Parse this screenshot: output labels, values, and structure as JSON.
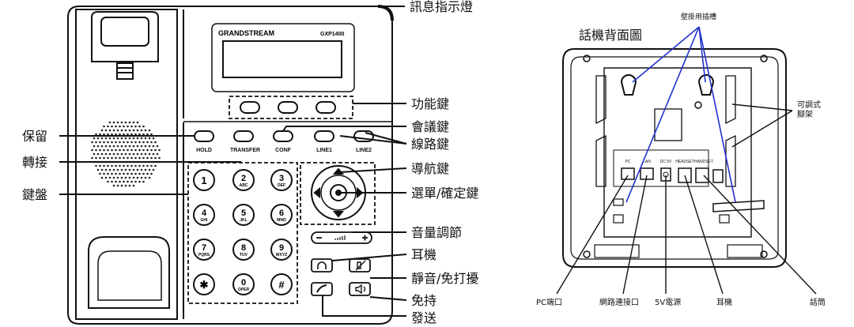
{
  "front": {
    "brand": "GRANDSTREAM",
    "model": "GXP1400",
    "keys": {
      "hold": "HOLD",
      "transfer": "TRANSFER",
      "conf": "CONF",
      "line1": "LINE1",
      "line2": "LINE2"
    },
    "dialpad": [
      {
        "d": "1",
        "s": ""
      },
      {
        "d": "2",
        "s": "ABC"
      },
      {
        "d": "3",
        "s": "DEF"
      },
      {
        "d": "4",
        "s": "GHI"
      },
      {
        "d": "5",
        "s": "JKL"
      },
      {
        "d": "6",
        "s": "MNO"
      },
      {
        "d": "7",
        "s": "PQRS"
      },
      {
        "d": "8",
        "s": "TUV"
      },
      {
        "d": "9",
        "s": "WXYZ"
      },
      {
        "d": "✱",
        "s": ""
      },
      {
        "d": "0",
        "s": "OPER"
      },
      {
        "d": "#",
        "s": ""
      }
    ],
    "labels": {
      "msg_indicator": "訊息指示燈",
      "soft_keys": "功能鍵",
      "hold": "保留",
      "transfer": "轉接",
      "conference": "會議鍵",
      "line_keys": "線路鍵",
      "keypad": "鍵盤",
      "navigation": "導航鍵",
      "menu_ok": "選單/確定鍵",
      "volume": "音量調節",
      "headset": "耳機",
      "mute_speaker": "靜音/免打擾",
      "speaker": "免持",
      "send": "發送"
    }
  },
  "back": {
    "title": "話機背面圖",
    "ports": {
      "pc": "PC",
      "lan": "LAN",
      "dc": "DC 5V",
      "headset": "HEADSET",
      "handset": "HANDSET"
    },
    "labels": {
      "wall_mount": "壁掛用插槽",
      "stand": "可調式\n腳架",
      "stand_l1": "可調式",
      "stand_l2": "腳架",
      "pc_port": "PC端口",
      "network_port": "網路連接口",
      "power": "5V電源",
      "headset": "耳機",
      "handset": "話筒"
    }
  }
}
